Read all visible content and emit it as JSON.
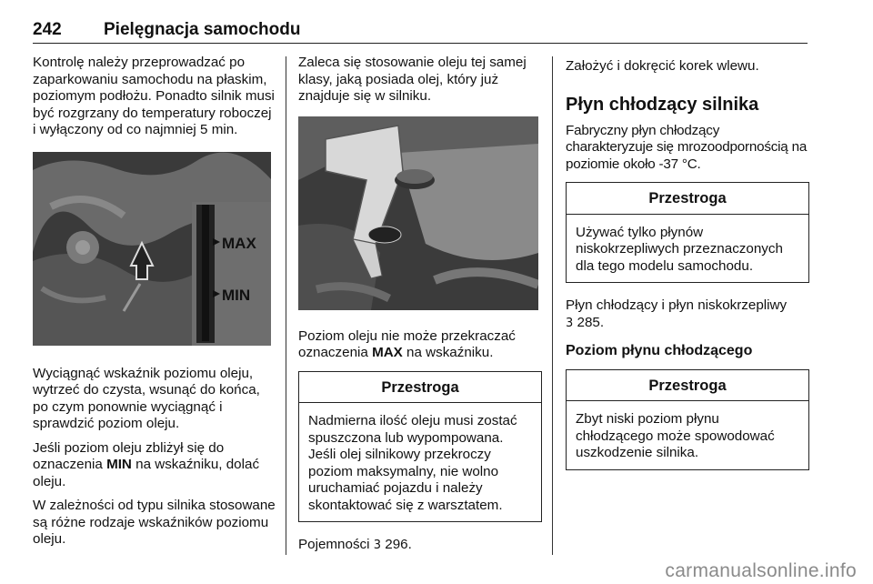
{
  "header": {
    "page_number": "242",
    "title": "Pielęgnacja samochodu"
  },
  "col1": {
    "p1": "Kontrolę należy przeprowadzać po zaparkowaniu samochodu na płaskim, poziomym podłożu. Ponadto silnik musi być rozgrzany do temperatury roboczej i wyłączony od co najmniej 5 min.",
    "image_labels": {
      "max": "MAX",
      "min": "MIN"
    },
    "p2": "Wyciągnąć wskaźnik poziomu oleju, wytrzeć do czysta, wsunąć do końca, po czym ponownie wyciągnąć i sprawdzić poziom oleju.",
    "p3_before": "Jeśli poziom oleju zbliżył się do oznaczenia ",
    "p3_bold": "MIN",
    "p3_after": " na wskaźniku, dolać oleju.",
    "p4": "W zależności od typu silnika stosowane są różne rodzaje wskaźników poziomu oleju."
  },
  "col2": {
    "p1": "Zaleca się stosowanie oleju tej samej klasy, jaką posiada olej, który już znajduje się w silniku.",
    "p2_before": "Poziom oleju nie może przekraczać oznaczenia ",
    "p2_bold": "MAX",
    "p2_after": " na wskaźniku.",
    "caution_title": "Przestroga",
    "caution_text": "Nadmierna ilość oleju musi zostać spuszczona lub wypompowana. Jeśli olej silnikowy przekroczy poziom maksymalny, nie wolno uruchamiać pojazdu i należy skontaktować się z warsztatem.",
    "capacity_label": "Pojemności",
    "capacity_ref": "296."
  },
  "col3": {
    "p1": "Założyć i dokręcić korek wlewu.",
    "heading": "Płyn chłodzący silnika",
    "p2": "Fabryczny płyn chłodzący charakteryzuje się mrozoodpornością na poziomie około -37 °C.",
    "caution1_title": "Przestroga",
    "caution1_text": "Używać tylko płynów niskokrzepliwych przeznaczonych dla tego modelu samochodu.",
    "p3": "Płyn chłodzący i płyn niskokrzepliwy",
    "p3_ref": "285.",
    "subheading": "Poziom płynu chłodzącego",
    "caution2_title": "Przestroga",
    "caution2_text": "Zbyt niski poziom płynu chłodzącego może spowodować uszkodzenie silnika."
  },
  "ref_glyph": "3",
  "watermark": "carmanualsonline.info"
}
